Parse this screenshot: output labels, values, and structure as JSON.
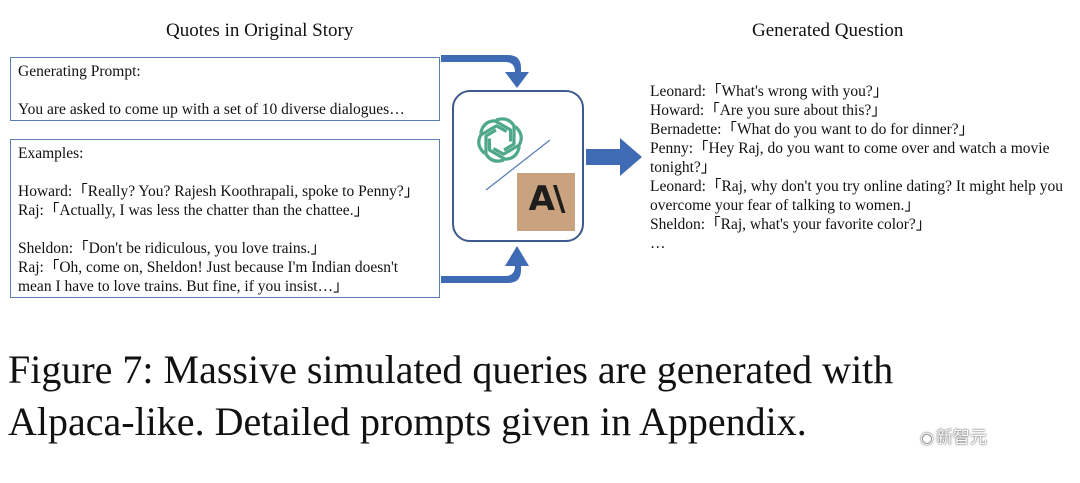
{
  "headings": {
    "left": "Quotes in Original Story",
    "right": "Generated Question"
  },
  "prompt_box": {
    "title": "Generating Prompt:",
    "text": "You are asked to come up with a set of 10 diverse dialogues…"
  },
  "examples_box": {
    "title": "Examples:",
    "lines": [
      "Howard:「Really? You? Rajesh Koothrapali, spoke to Penny?」",
      "Raj:「Actually, I was less the chatter than the chattee.」",
      "",
      "Sheldon:「Don't be ridiculous, you love trains.」",
      "Raj:「Oh, come on, Sheldon! Just because I'm Indian doesn't",
      "mean I have to love trains. But fine, if you insist…」"
    ]
  },
  "models": {
    "icons": [
      "openai-logo-icon",
      "anthropic-logo-icon"
    ],
    "anthropic_mark": "A\\"
  },
  "generated": [
    "Leonard:「What's wrong with you?」",
    "Howard:「Are you sure about this?」",
    "Bernadette:「What do you want to do for dinner?」",
    "Penny:「Hey Raj, do you want to come over and watch a movie tonight?」",
    "Leonard:「Raj, why don't you try online dating? It might help you overcome your fear of talking to women.」",
    "Sheldon:「Raj, what's your favorite color?」",
    "…"
  ],
  "caption": {
    "line1": "Figure 7: Massive simulated queries are generated with",
    "line2": "Alpaca-like. Detailed prompts given in Appendix."
  },
  "watermark": "新智元",
  "colors": {
    "box_border": "#5b7fb4",
    "arrow": "#3f6bb5",
    "openai_green": "#4fa88a",
    "anthropic_bg": "#c9a27f"
  }
}
